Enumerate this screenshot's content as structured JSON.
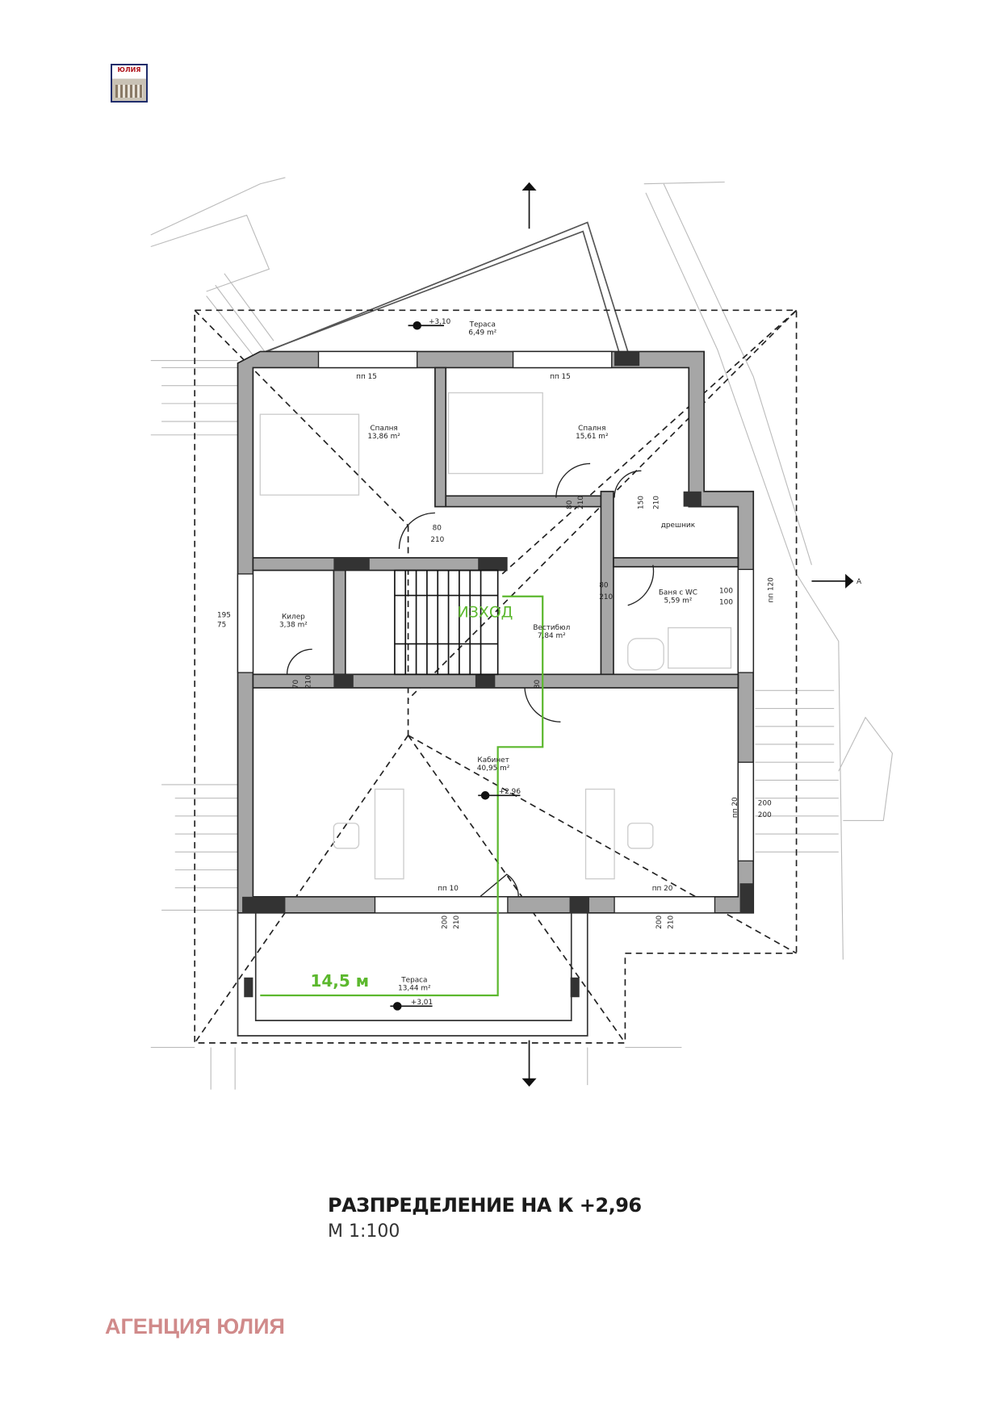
{
  "logo": {
    "text": "ЮЛИЯ"
  },
  "plan": {
    "rooms": [
      {
        "name": "Тераса",
        "area": "6,49 m²"
      },
      {
        "name": "Спалня",
        "area": "13,86 m²"
      },
      {
        "name": "Спалня",
        "area": "15,61 m²"
      },
      {
        "name": "дрешник",
        "area": ""
      },
      {
        "name": "Килер",
        "area": "3,38 m²"
      },
      {
        "name": "Вестибюл",
        "area": "7,84 m²"
      },
      {
        "name": "Баня с WC",
        "area": "5,59 m²"
      },
      {
        "name": "Кабинет",
        "area": "40,95 m²"
      },
      {
        "name": "Тераса",
        "area": "13,44 m²"
      }
    ],
    "levels": [
      "+3,10",
      "+2,96",
      "+3,01"
    ],
    "window_labels": [
      "пп 15",
      "пп 15",
      "пп 10",
      "пп 20",
      "пп 20",
      "пп 120"
    ],
    "door_dims": [
      "80",
      "210",
      "80",
      "210",
      "150",
      "210",
      "80",
      "210",
      "70",
      "210",
      "80",
      "200",
      "210",
      "200",
      "210",
      "200",
      "200",
      "100",
      "100",
      "195",
      "75"
    ],
    "exit_label": "ИЗХОД",
    "distance_label": "14,5 м",
    "section_marker": "A",
    "colors": {
      "walls": "#a6a6a6",
      "route": "#5cb82e",
      "agency": "#d08a8a"
    }
  },
  "title": "РАЗПРЕДЕЛЕНИЕ НА К +2,96",
  "scale": "М 1:100",
  "footer": {
    "agency": "АГЕНЦИЯ ЮЛИЯ"
  }
}
